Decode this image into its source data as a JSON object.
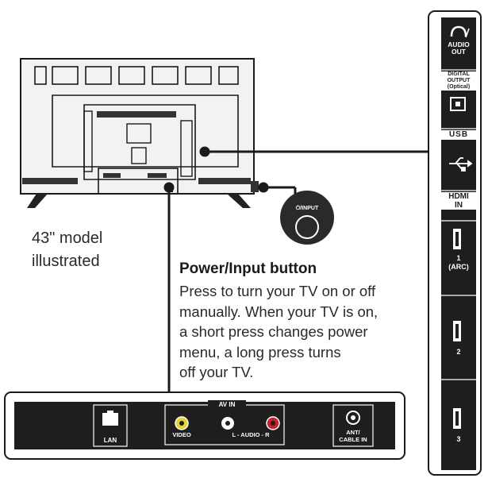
{
  "model_caption": "43\" model\nillustrated",
  "power_button": {
    "title": "Power/Input button",
    "description_lines": [
      "Press to turn your TV on or off",
      "manually. When your TV is on,",
      "a short press changes power",
      "menu, a long press turns",
      "off your TV."
    ],
    "button_label": "⏻/INPUT"
  },
  "bottom_panel": {
    "lan_label": "LAN",
    "av_in_label": "AV IN",
    "video_label": "VIDEO",
    "audio_label": "L - AUDIO - R",
    "ant_label_line1": "ANT/",
    "ant_label_line2": "CABLE IN",
    "jack_colors": {
      "video": "#e8d23a",
      "audio_l": "#ffffff",
      "audio_r": "#c8202a"
    }
  },
  "side_panel": {
    "audio_out_label_line1": "AUDIO",
    "audio_out_label_line2": "OUT",
    "headphone_icon": "headphone-icon",
    "digital_output_line1": "DIGITAL",
    "digital_output_line2": "OUTPUT",
    "digital_output_line3": "(Optical)",
    "usb_label": "USB",
    "hdmi_label": "HDMI\nIN",
    "hdmi_ports": [
      {
        "number": "1",
        "note": "(ARC)"
      },
      {
        "number": "2",
        "note": ""
      },
      {
        "number": "3",
        "note": ""
      }
    ]
  }
}
